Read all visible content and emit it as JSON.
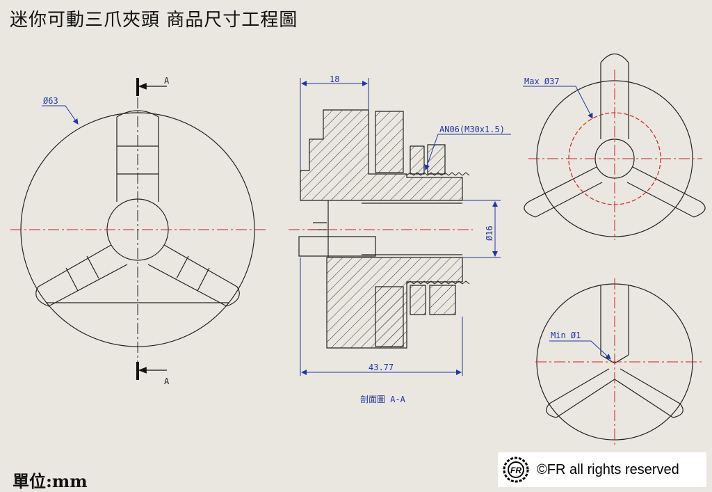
{
  "title": "迷你可動三爪夾頭 商品尺寸工程圖",
  "unit_label": "單位:mm",
  "copyright": "©FR all rights reserved",
  "logo_text": "FR",
  "front_view": {
    "diameter_label": "Ø63",
    "section_marker_top": "A",
    "section_marker_bottom": "A"
  },
  "section_view": {
    "width_label": "18",
    "thread_label": "AN06(M30x1.5)",
    "bore_label": "Ø16",
    "length_label": "43.77",
    "caption": "剖面圖 A-A"
  },
  "max_view": {
    "label": "Max Ø37"
  },
  "min_view": {
    "label": "Min Ø1"
  },
  "colors": {
    "dimension": "#2233aa",
    "centerline": "#cc2222",
    "background": "#e9e7df"
  }
}
